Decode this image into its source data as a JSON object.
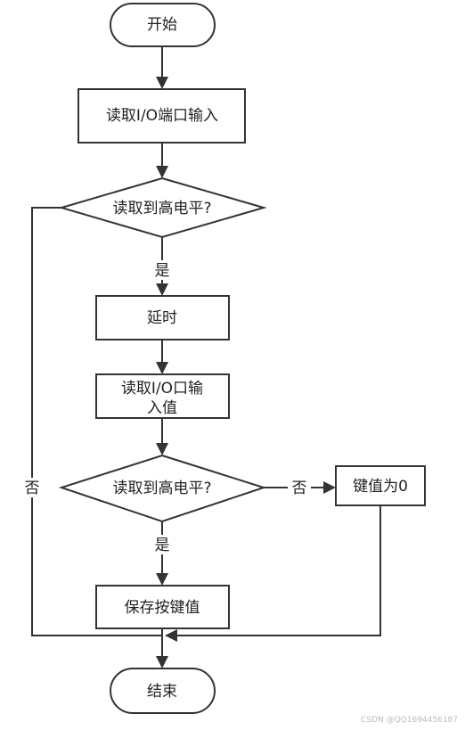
{
  "nodes": {
    "start": "开始",
    "read_io": "读取I/O端口输入",
    "decision_1": "读取到高电平?",
    "delay": "延时",
    "read_io_value_line1": "读取I/O口输",
    "read_io_value_line2": "入值",
    "decision_2": "读取到高电平?",
    "key_zero": "键值为0",
    "save_key": "保存按键值",
    "end": "结束"
  },
  "edges": {
    "d1_yes": "是",
    "d1_no": "否",
    "d2_yes": "是",
    "d2_no": "否"
  },
  "watermark": "CSDN @QQ1694456187",
  "colors": {
    "stroke": "#333333",
    "text": "#222222",
    "watermark": "#bdbdbd"
  }
}
